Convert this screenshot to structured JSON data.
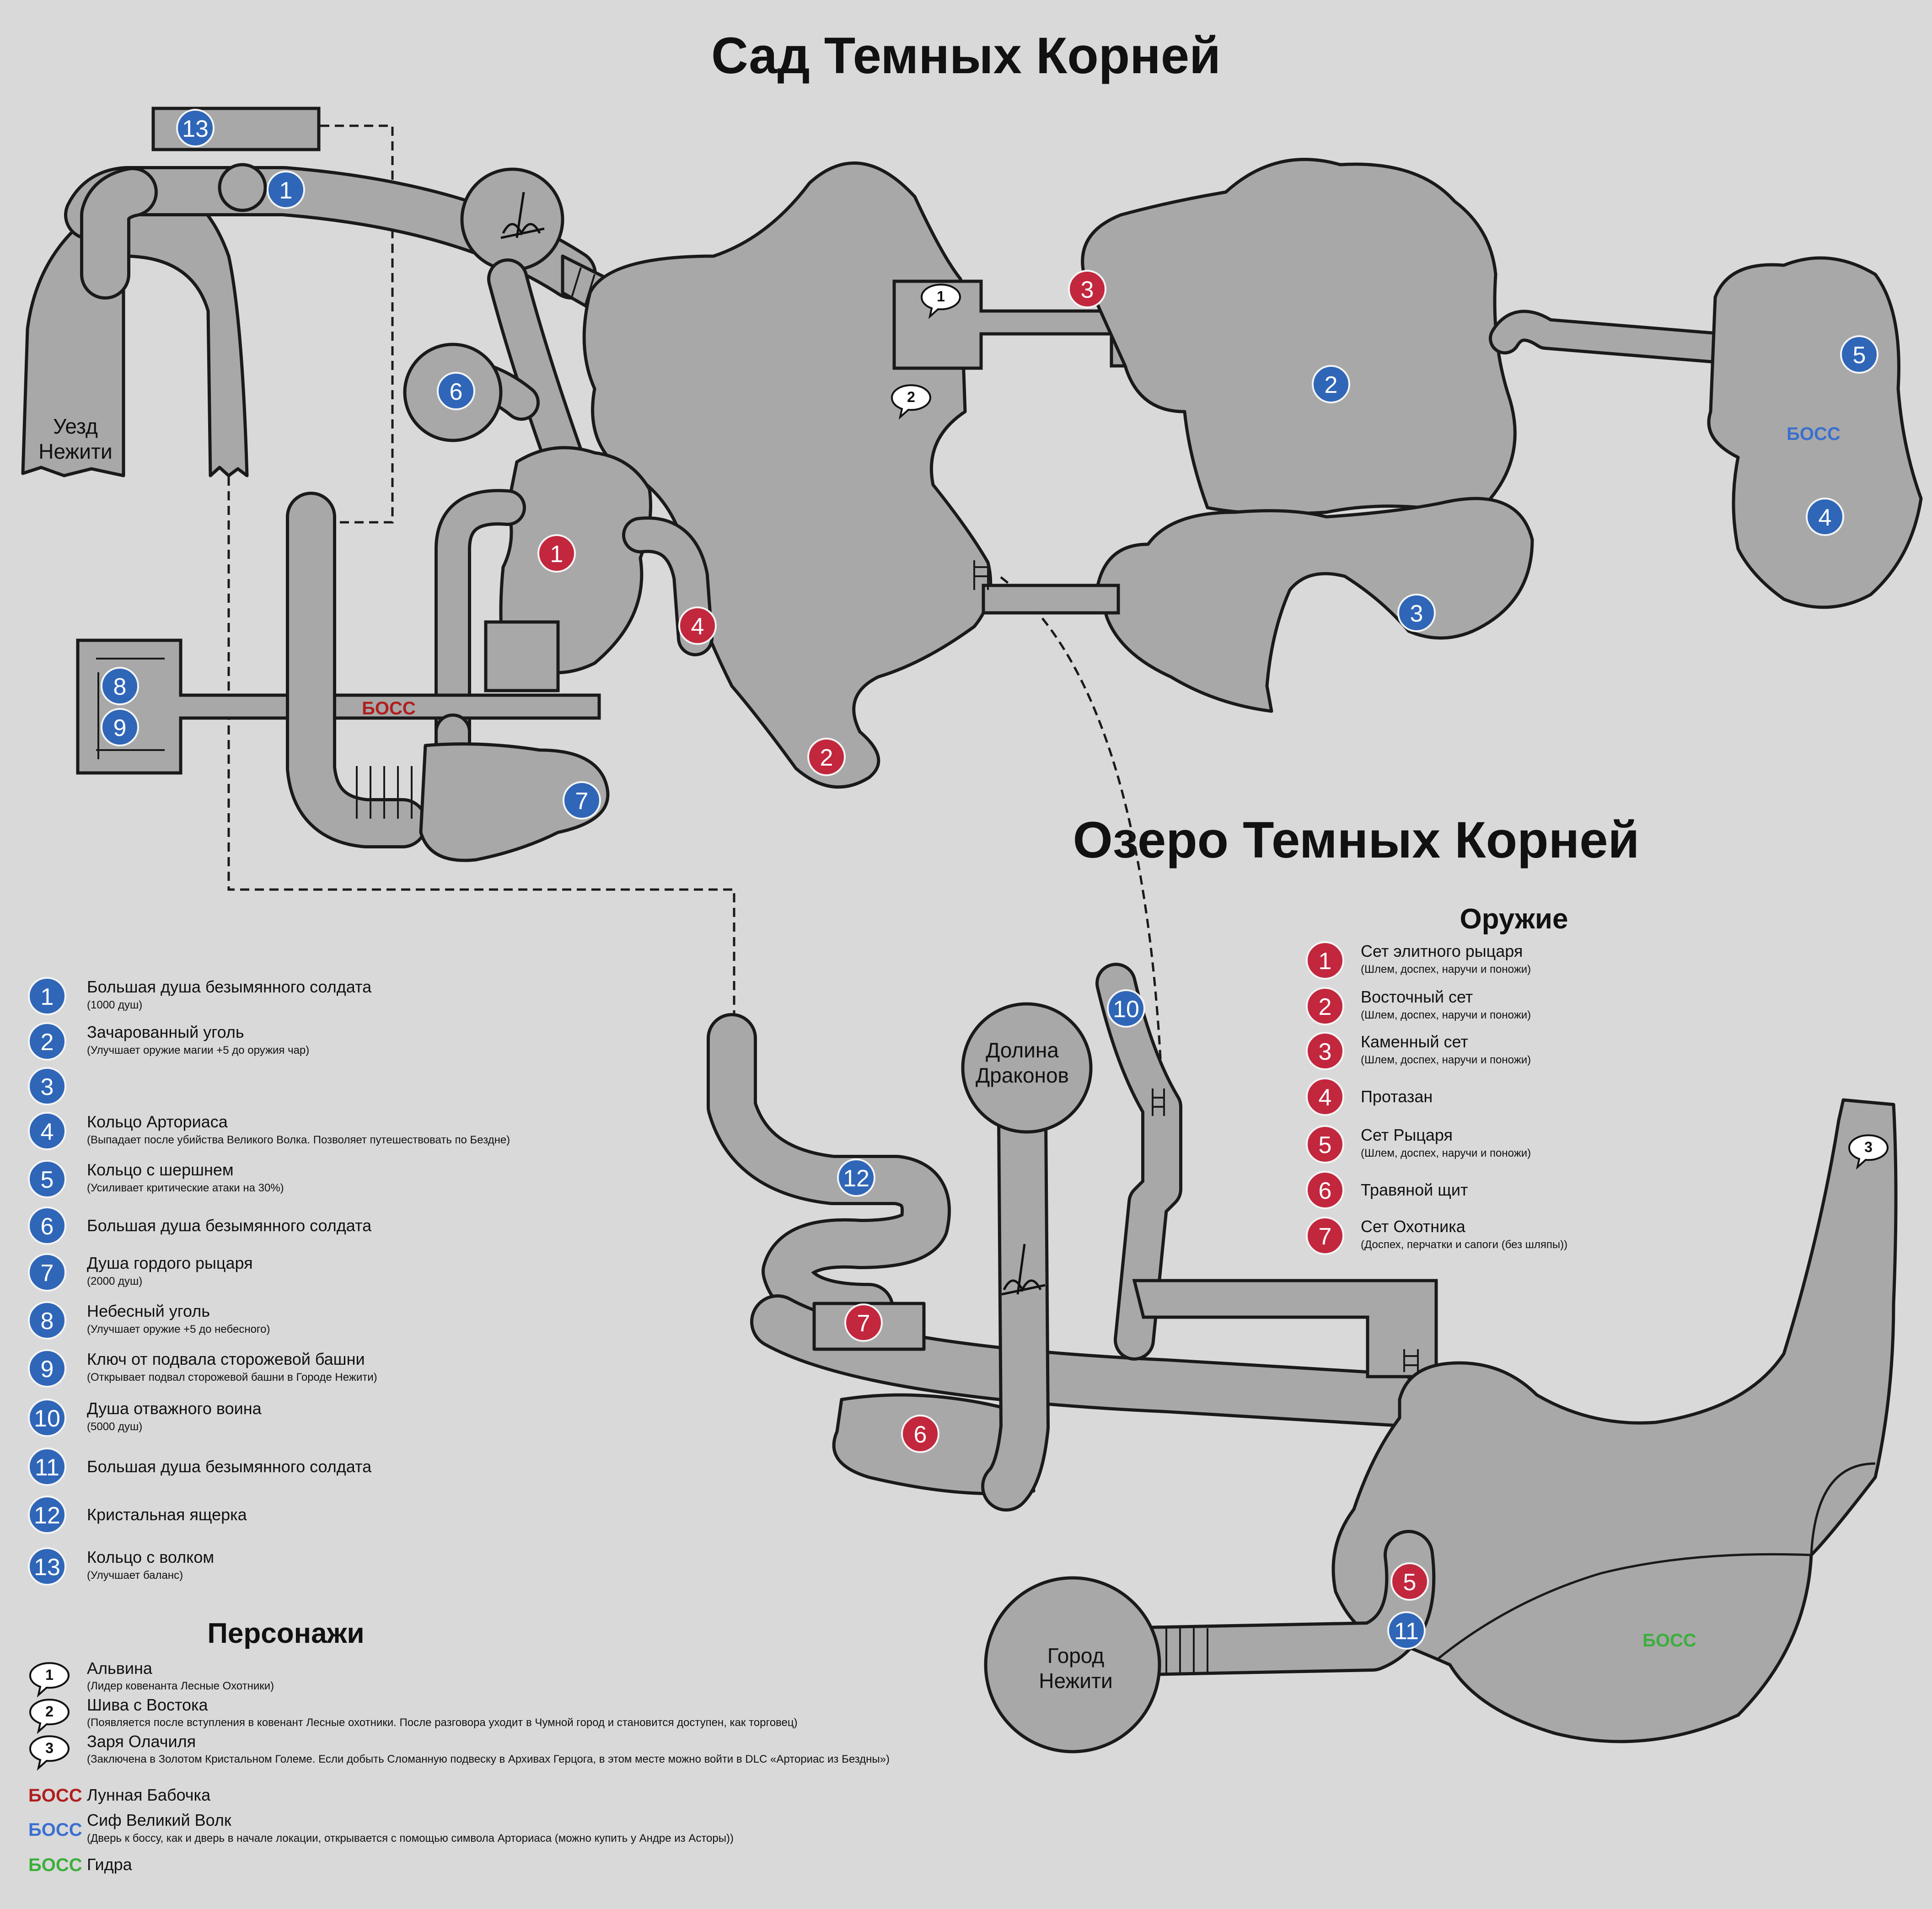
{
  "titles": {
    "garden": "Сад Темных Корней",
    "lake": "Озеро Темных Корней",
    "weapons": "Оружие",
    "characters": "Персонажи"
  },
  "places": {
    "undead_burg_line1": "Уезд",
    "undead_burg_line2": "Нежити",
    "dragon_valley_line1": "Долина",
    "dragon_valley_line2": "Драконов",
    "undead_town_line1": "Город",
    "undead_town_line2": "Нежити"
  },
  "boss_word": "БОСС",
  "colors": {
    "item_blue": "#2f66b8",
    "weapon_red": "#c2273e",
    "boss_red": "#b01e1e",
    "boss_blue": "#3a6fd0",
    "boss_green": "#3cae3c"
  },
  "items": [
    {
      "n": "1",
      "name": "Большая душа безымянного солдата",
      "note": "(1000 душ)"
    },
    {
      "n": "2",
      "name": "Зачарованный уголь",
      "note": "(Улучшает оружие магии +5 до оружия чар)"
    },
    {
      "n": "3",
      "name": "",
      "note": ""
    },
    {
      "n": "4",
      "name": "Кольцо Арториаса",
      "note": "(Выпадает после убийства Великого Волка. Позволяет путешествовать по Бездне)"
    },
    {
      "n": "5",
      "name": "Кольцо с шершнем",
      "note": "(Усиливает критические атаки на 30%)"
    },
    {
      "n": "6",
      "name": "Большая душа безымянного солдата",
      "note": ""
    },
    {
      "n": "7",
      "name": "Душа гордого рыцаря",
      "note": "(2000 душ)"
    },
    {
      "n": "8",
      "name": "Небесный уголь",
      "note": "(Улучшает оружие +5 до небесного)"
    },
    {
      "n": "9",
      "name": "Ключ от подвала сторожевой башни",
      "note": "(Открывает подвал сторожевой башни в Городе Нежити)"
    },
    {
      "n": "10",
      "name": "Душа отважного воина",
      "note": "(5000 душ)"
    },
    {
      "n": "11",
      "name": "Большая душа безымянного солдата",
      "note": ""
    },
    {
      "n": "12",
      "name": "Кристальная ящерка",
      "note": ""
    },
    {
      "n": "13",
      "name": "Кольцо с волком",
      "note": "(Улучшает баланс)"
    }
  ],
  "weapons": [
    {
      "n": "1",
      "name": "Сет элитного рыцаря",
      "note": "(Шлем, доспех, наручи и поножи)"
    },
    {
      "n": "2",
      "name": "Восточный сет",
      "note": "(Шлем, доспех, наручи и поножи)"
    },
    {
      "n": "3",
      "name": "Каменный сет",
      "note": "(Шлем, доспех, наручи и поножи)"
    },
    {
      "n": "4",
      "name": "Протазан",
      "note": ""
    },
    {
      "n": "5",
      "name": "Сет Рыцаря",
      "note": "(Шлем, доспех, наручи и поножи)"
    },
    {
      "n": "6",
      "name": "Травяной щит",
      "note": ""
    },
    {
      "n": "7",
      "name": "Сет Охотника",
      "note": "(Доспех, перчатки и сапоги (без шляпы))"
    }
  ],
  "characters": [
    {
      "n": "1",
      "name": "Альвина",
      "note": "(Лидер ковенанта Лесные Охотники)"
    },
    {
      "n": "2",
      "name": "Шива с Востока",
      "note": "(Появляется после вступления в ковенант Лесные охотники. После разговора уходит в Чумной город и становится доступен, как торговец)"
    },
    {
      "n": "3",
      "name": "Заря Олачиля",
      "note": "(Заключена в Золотом Кристальном Големе. Если добыть Сломанную подвеску в Архивах Герцога, в этом месте можно войти в DLC «Арториас из Бездны»)"
    }
  ],
  "bosses": [
    {
      "color": "#b01e1e",
      "name": "Лунная Бабочка",
      "note": ""
    },
    {
      "color": "#3a6fd0",
      "name": "Сиф Великий Волк",
      "note": "(Дверь к боссу, как и дверь в начале локации, открывается с помощью символа Арториаса (можно купить у Андре из Асторы))"
    },
    {
      "color": "#3cae3c",
      "name": "Гидра",
      "note": ""
    }
  ],
  "map_blue": [
    "1",
    "2",
    "3",
    "4",
    "5",
    "6",
    "7",
    "8",
    "9",
    "10",
    "11",
    "12",
    "13"
  ],
  "map_red": [
    "1",
    "2",
    "3",
    "4",
    "5",
    "6",
    "7"
  ],
  "map_npc": [
    "1",
    "2",
    "3"
  ]
}
